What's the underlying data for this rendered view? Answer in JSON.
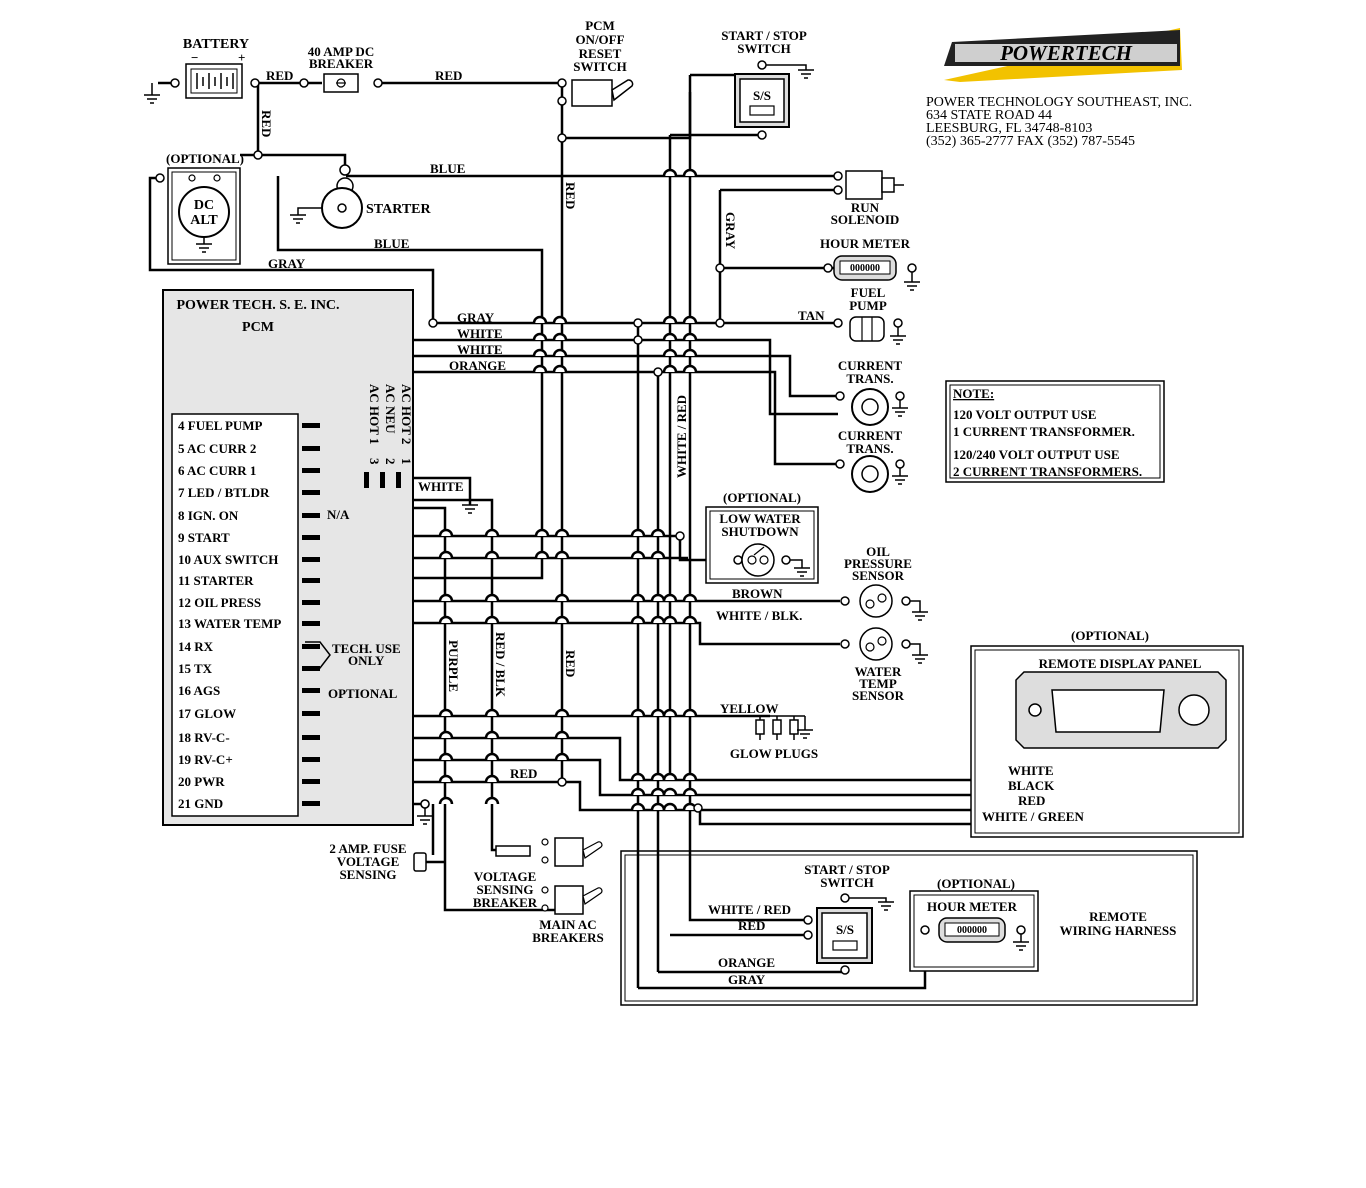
{
  "company": {
    "logo_text": "POWERTECH",
    "name": "POWER TECHNOLOGY SOUTHEAST, INC.",
    "street": "634 STATE ROAD 44",
    "city": "LEESBURG, FL 34748-8103",
    "phone": "(352) 365-2777 FAX (352) 787-5545"
  },
  "components": {
    "battery": "BATTERY",
    "breaker_line1": "40 AMP DC",
    "breaker_line2": "BREAKER",
    "pcm_switch_line1": "PCM",
    "pcm_switch_line2": "ON/OFF",
    "pcm_switch_line3": "RESET",
    "pcm_switch_line4": "SWITCH",
    "start_stop_line1": "START / STOP",
    "start_stop_line2": "SWITCH",
    "ss_label": "S/S",
    "optional": "(OPTIONAL)",
    "dc_alt_line1": "DC",
    "dc_alt_line2": "ALT",
    "starter": "STARTER",
    "run_solenoid_line1": "RUN",
    "run_solenoid_line2": "SOLENOID",
    "hour_meter": "HOUR METER",
    "hour_meter_digits": "000000",
    "fuel_pump_line1": "FUEL",
    "fuel_pump_line2": "PUMP",
    "current_trans_line1": "CURRENT",
    "current_trans_line2": "TRANS.",
    "low_water_line1": "LOW WATER",
    "low_water_line2": "SHUTDOWN",
    "oil_sensor_line1": "OIL",
    "oil_sensor_line2": "PRESSURE",
    "oil_sensor_line3": "SENSOR",
    "water_sensor_line1": "WATER",
    "water_sensor_line2": "TEMP",
    "water_sensor_line3": "SENSOR",
    "glow_plugs": "GLOW PLUGS",
    "remote_display": "REMOTE DISPLAY PANEL",
    "fuse_line1": "2 AMP. FUSE",
    "fuse_line2": "VOLTAGE",
    "fuse_line3": "SENSING",
    "vs_breaker_line1": "VOLTAGE",
    "vs_breaker_line2": "SENSING",
    "vs_breaker_line3": "BREAKER",
    "main_ac_line1": "MAIN AC",
    "main_ac_line2": "BREAKERS",
    "remote_harness_line1": "REMOTE",
    "remote_harness_line2": "WIRING HARNESS",
    "tech_use_line1": "TECH. USE",
    "tech_use_line2": "ONLY",
    "optional_word": "OPTIONAL",
    "na": "N/A"
  },
  "pcm": {
    "title_line1": "POWER TECH. S. E. INC.",
    "title_line2": "PCM",
    "ac_terminals": [
      "AC HOT 2",
      "AC NEU",
      "AC HOT 1"
    ],
    "ac_numbers": [
      "1",
      "2",
      "3"
    ],
    "terminals": [
      "4  FUEL PUMP",
      "5  AC CURR 2",
      "6  AC CURR 1",
      "7  LED / BTLDR",
      "8  IGN. ON",
      "9  START",
      "10  AUX SWITCH",
      "11  STARTER",
      "12  OIL PRESS",
      "13  WATER TEMP",
      "14  RX",
      "15  TX",
      "16  AGS",
      "17  GLOW",
      "18  RV-C-",
      "19  RV-C+",
      "20  PWR",
      "21  GND"
    ]
  },
  "wires": {
    "red": "RED",
    "blue": "BLUE",
    "gray": "GRAY",
    "white": "WHITE",
    "orange": "ORANGE",
    "tan": "TAN",
    "white_red": "WHITE / RED",
    "brown": "BROWN",
    "white_blk": "WHITE / BLK.",
    "yellow": "YELLOW",
    "purple": "PURPLE",
    "red_blk": "RED / BLK",
    "black": "BLACK",
    "white_green": "WHITE / GREEN"
  },
  "note": {
    "title": "NOTE:",
    "line1": "120 VOLT  OUTPUT USE",
    "line2": "1 CURRENT TRANSFORMER.",
    "line3": "120/240 VOLT OUTPUT USE",
    "line4": "2 CURRENT TRANSFORMERS."
  }
}
